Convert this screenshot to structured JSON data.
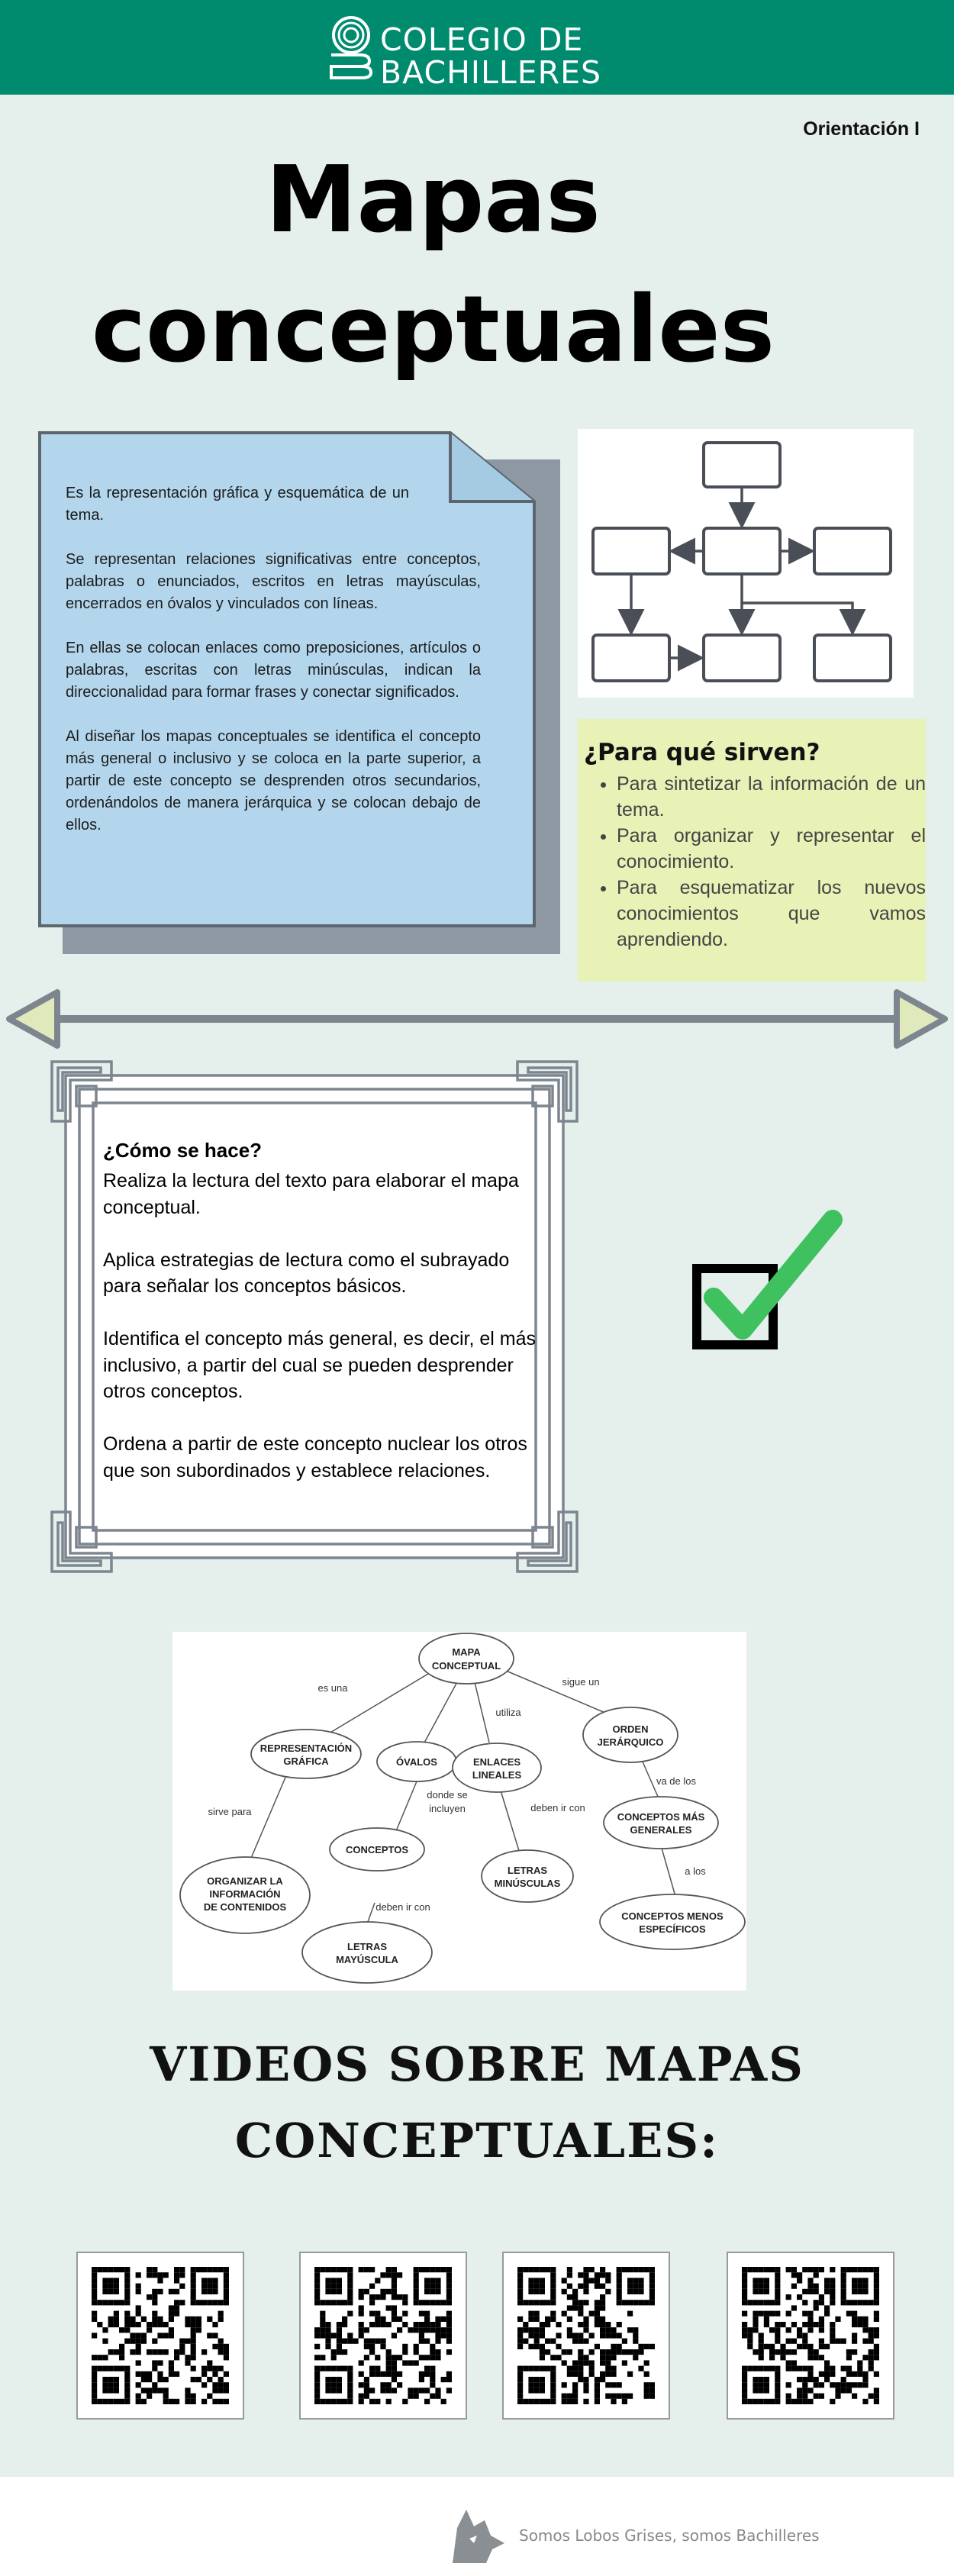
{
  "header": {
    "brand_line1": "COLEGIO DE",
    "brand_line2": "BACHILLERES"
  },
  "subject_label": "Orientación I",
  "title": {
    "line1": "Mapas",
    "line2": "conceptuales"
  },
  "definition": {
    "paragraphs": [
      "Es la representación gráfica y esquemática de un tema.",
      "Se representan relaciones significativas entre conceptos, palabras o enunciados, escritos en letras mayúsculas, encerrados en óvalos y vinculados con líneas.",
      "En ellas se colocan enlaces como preposiciones, artículos o palabras, escritas con letras minúsculas, indican la direccionalidad para formar frases y conectar significados.",
      "Al diseñar los mapas conceptuales se identifica el concepto más general o inclusivo y se coloca en la parte superior, a partir de este concepto se desprenden otros secundarios, ordenándolos de manera jerárquica y se colocan debajo de ellos."
    ]
  },
  "usage": {
    "title": "¿Para qué sirven?",
    "items": [
      "Para sintetizar la información de un tema.",
      "Para organizar y representar el conocimiento.",
      "Para esquematizar los nuevos conocimientos que vamos aprendiendo."
    ]
  },
  "how_to": {
    "title": "¿Cómo se hace?",
    "steps": [
      " Realiza la lectura del texto para elaborar el mapa conceptual.",
      " Aplica estrategias de lectura como el subrayado para señalar los conceptos básicos.",
      " Identifica el concepto más general, es decir, el más inclusivo, a partir del cual se pueden desprender otros conceptos.",
      " Ordena a partir de este concepto nuclear los otros que son subordinados y establece relaciones."
    ]
  },
  "concept_map": {
    "nodes": {
      "root_1": "MAPA",
      "root_2": "CONCEPTUAL",
      "rep_1": "REPRESENTACIÓN",
      "rep_2": "GRÁFICA",
      "ovalos": "ÓVALOS",
      "enl_1": "ENLACES",
      "enl_2": "LINEALES",
      "ord_1": "ORDEN",
      "ord_2": "JERÁRQUICO",
      "org_1": "ORGANIZAR LA",
      "org_2": "INFORMACIÓN",
      "org_3": "DE CONTENIDOS",
      "conceptos": "CONCEPTOS",
      "lmin_1": "LETRAS",
      "lmin_2": "MINÚSCULAS",
      "gen_1": "CONCEPTOS MÁS",
      "gen_2": "GENERALES",
      "esp_1": "CONCEPTOS MENOS",
      "esp_2": "ESPECÍFICOS",
      "lmay_1": "LETRAS",
      "lmay_2": "MAYÚSCULA"
    },
    "links": {
      "es_una": "es una",
      "sigue_un": "sigue un",
      "utiliza": "utiliza",
      "sirve_para": "sirve para",
      "donde_1": "donde se",
      "donde_2": "incluyen",
      "deben_ir_con_1": "deben ir con",
      "va_de_los": "va de los",
      "a_los": "a los",
      "deben_ir_con_2": "deben ir con"
    }
  },
  "videos_title": {
    "line1": "VIDEOS SOBRE MAPAS",
    "line2": "CONCEPTUALES:"
  },
  "footer": {
    "tagline": "Somos Lobos Grises, somos Bachilleres"
  },
  "colors": {
    "header_green": "#008b6f",
    "page_bg": "#e5efec",
    "card_blue": "#b3d6ec",
    "usage_yellow": "#e8f1b6",
    "check_green": "#3ec15e"
  },
  "icons": [
    "college-logo-icon",
    "flowchart-icon",
    "double-arrow-icon",
    "ornamental-frame",
    "checkmark-icon",
    "qr-code-icon",
    "wolf-logo-icon"
  ]
}
